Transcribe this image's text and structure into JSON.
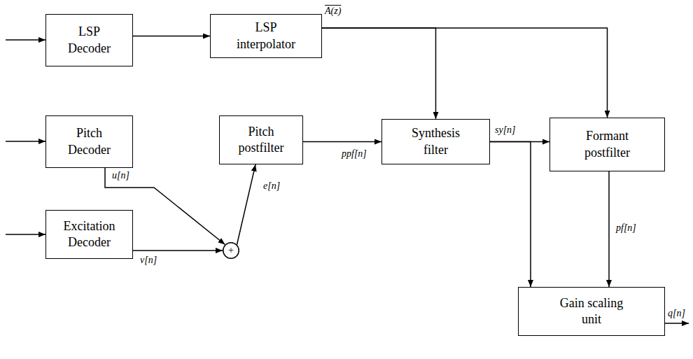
{
  "diagram": {
    "nodes": [
      {
        "text": [
          "LSP Decoder"
        ]
      },
      {
        "text": [
          "LSP interpolator"
        ]
      },
      {
        "text": [
          "Pitch Decoder"
        ]
      },
      {
        "text": [
          "Pitch postfilter"
        ]
      },
      {
        "text": [
          "Synthesis filter"
        ]
      },
      {
        "text": [
          "Formant postfilter"
        ]
      },
      {
        "text": [
          "Excitation Decoder"
        ]
      },
      {
        "text": [
          "+"
        ]
      },
      {
        "text": [
          "Gain scaling unit"
        ]
      }
    ],
    "edges": [
      {
        "from": 0,
        "to": 1,
        "arrow": "to"
      },
      {
        "from": 1,
        "to": 4,
        "arrow": "to"
      },
      {
        "from": 1,
        "to": 5,
        "arrow": "to"
      },
      {
        "from": 2,
        "to": 7,
        "label": "u[n]",
        "arrow": "to"
      },
      {
        "from": 6,
        "to": 7,
        "label": "v[n]",
        "arrow": "to"
      },
      {
        "from": 7,
        "to": 3,
        "label": "e[n]",
        "arrow": "to"
      },
      {
        "from": 3,
        "to": 4,
        "label": "ppf[n]",
        "arrow": "to"
      },
      {
        "from": 4,
        "to": 5,
        "label": "sy[n]",
        "arrow": "to"
      },
      {
        "from": 4,
        "to": 8,
        "arrow": "to"
      },
      {
        "from": 5,
        "to": 8,
        "label": "pf[n]",
        "arrow": "to"
      }
    ],
    "labels": [
      "A(z)",
      "q[n]"
    ]
  }
}
